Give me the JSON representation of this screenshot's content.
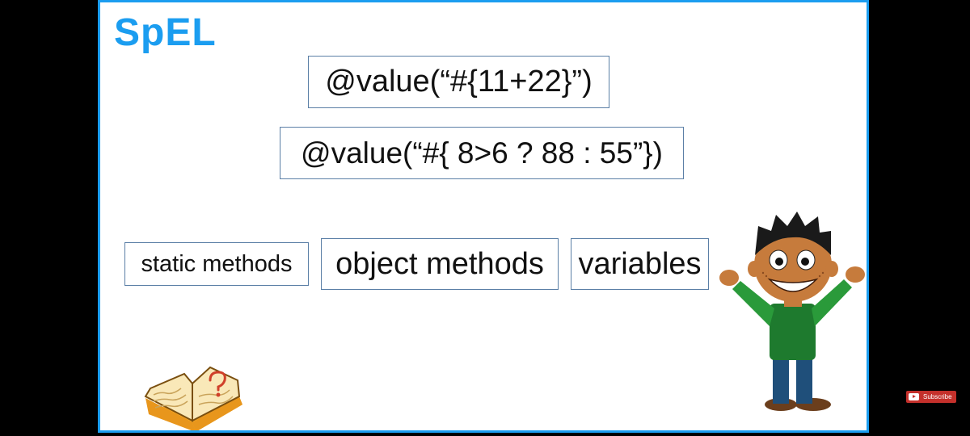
{
  "slide": {
    "title": "SpEL",
    "code_examples": [
      "@value(“#{11+22}”)",
      "@value(“#{ 8>6 ? 88 : 55”})"
    ],
    "terms": [
      "static methods",
      "object methods",
      "variables"
    ]
  },
  "overlay": {
    "subscribe_label": "Subscribe",
    "subscribe_color": "#c4302b"
  },
  "colors": {
    "accent": "#1b9df0",
    "box_border": "#5b7fa6",
    "background": "#000000",
    "slide_background": "#ffffff"
  },
  "icons": {
    "book": "open-book-question-icon",
    "character": "cheering-boy-illustration",
    "youtube": "youtube-logo-icon"
  }
}
